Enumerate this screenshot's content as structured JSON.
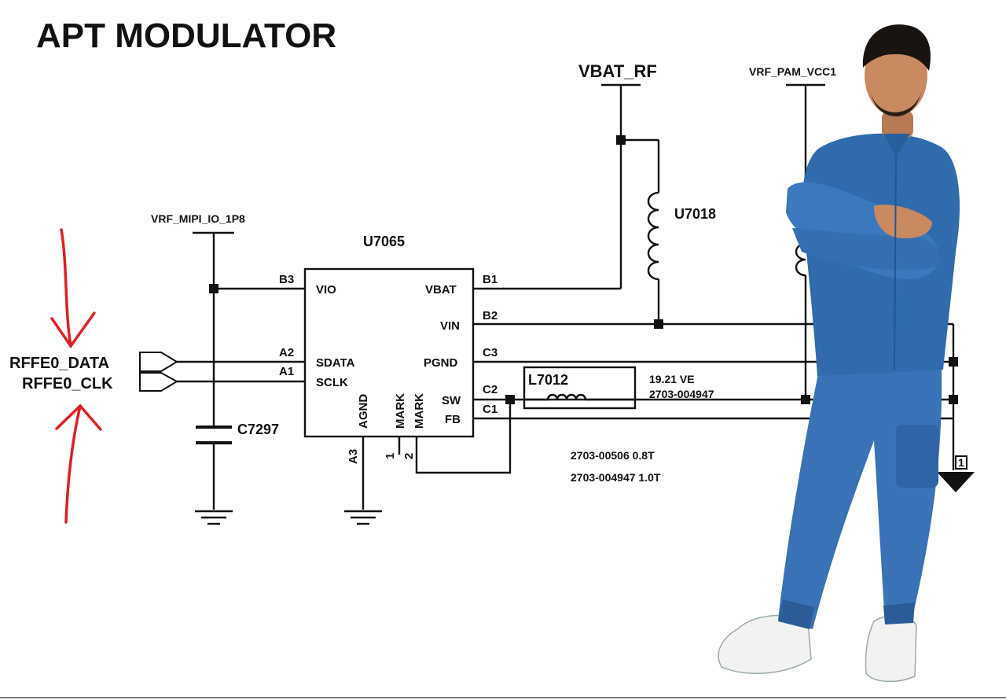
{
  "title": "APT MODULATOR",
  "power_nets": {
    "vbat_rf": "VBAT_RF",
    "vrf_pam_vcc1": "VRF_PAM_VCC1",
    "vrf_mipi_io_1p8": "VRF_MIPI_IO_1P8"
  },
  "ic": {
    "ref": "U7065",
    "left_pins": [
      {
        "number": "B3",
        "name": "VIO"
      },
      {
        "number": "A2",
        "name": "SDATA"
      },
      {
        "number": "A1",
        "name": "SCLK"
      }
    ],
    "right_pins": [
      {
        "number": "B1",
        "name": "VBAT"
      },
      {
        "number": "B2",
        "name": "VIN"
      },
      {
        "number": "C3",
        "name": "PGND"
      },
      {
        "number": "C2",
        "name": "SW"
      },
      {
        "number": "C1",
        "name": "FB"
      }
    ],
    "bottom_pins": [
      {
        "number": "A3",
        "name": "AGND"
      },
      {
        "number": "1",
        "name": "MARK"
      },
      {
        "number": "2",
        "name": "MARK"
      }
    ]
  },
  "components": {
    "inductor_top": "U7018",
    "inductor_box": "L7012",
    "capacitor": "C7297",
    "gnd_pin": "1"
  },
  "ports": {
    "data": "RFFE0_DATA",
    "clk": "RFFE0_CLK"
  },
  "notes": {
    "box_line1": "19.21 VE",
    "box_line2": "2703-004947",
    "part1": "2703-00506 0.8T",
    "part2": "2703-004947 1.0T"
  },
  "colors": {
    "wire": "#111111",
    "annotation_arrow": "#e02020",
    "shirt": "#2f6bad",
    "jeans": "#3a72b8",
    "skin": "#c98a62",
    "hair": "#1a1410",
    "shoes": "#f2f2f2"
  }
}
